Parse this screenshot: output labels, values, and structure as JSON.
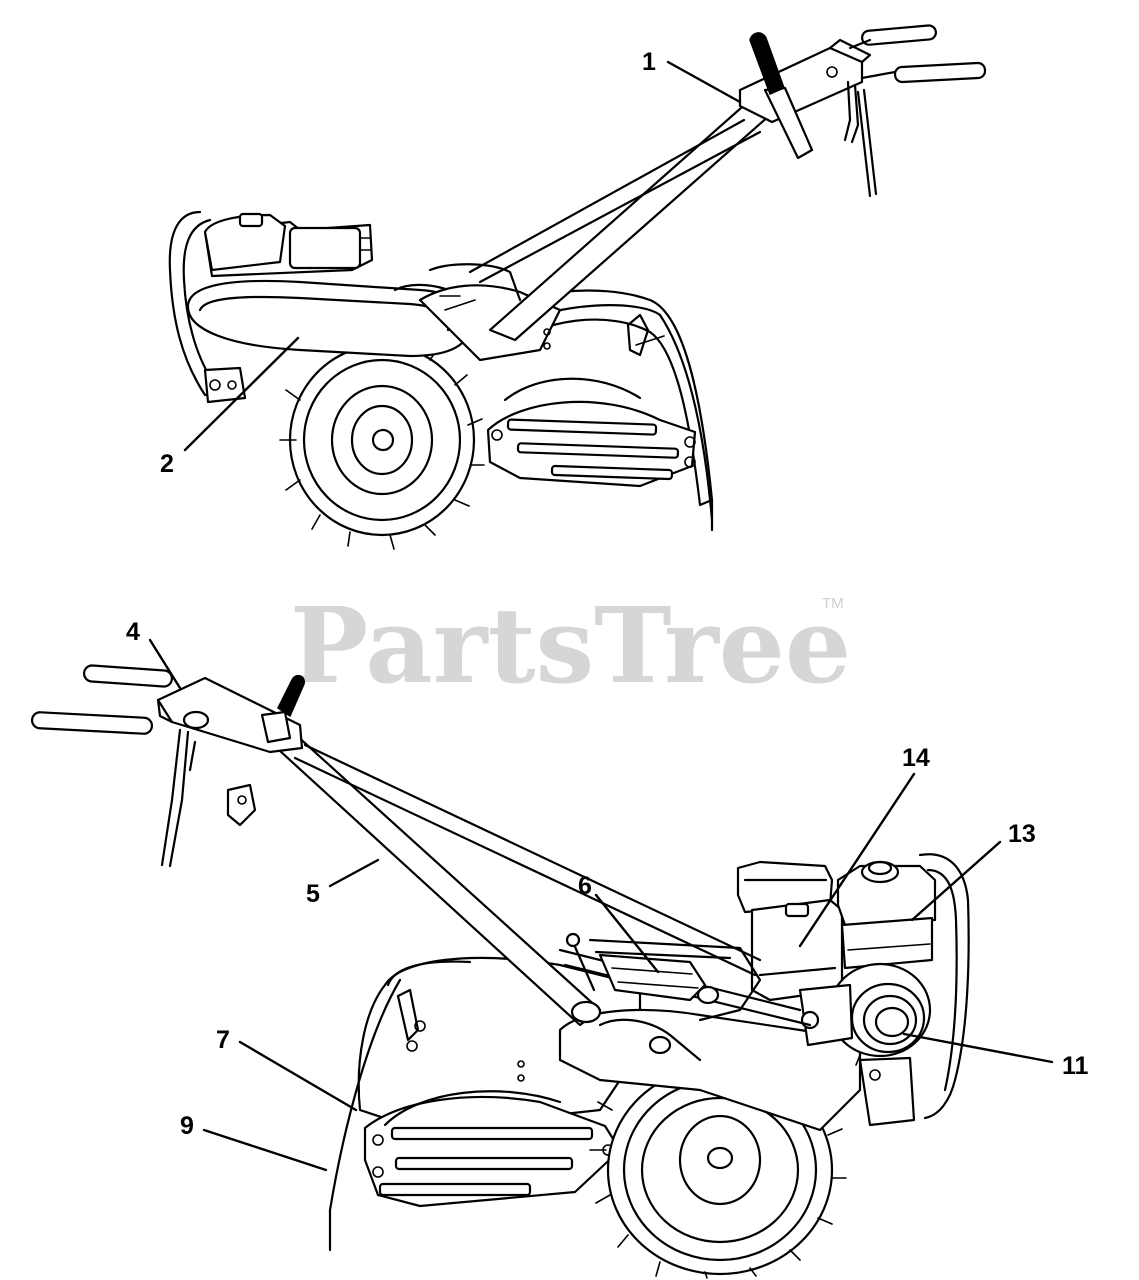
{
  "watermark": {
    "text": "PartsTree",
    "trademark": "TM"
  },
  "top_view": {
    "callouts": [
      {
        "id": "1",
        "label": "1"
      },
      {
        "id": "2",
        "label": "2"
      }
    ]
  },
  "bottom_view": {
    "callouts": [
      {
        "id": "4",
        "label": "4"
      },
      {
        "id": "5",
        "label": "5"
      },
      {
        "id": "6",
        "label": "6"
      },
      {
        "id": "7",
        "label": "7"
      },
      {
        "id": "9",
        "label": "9"
      },
      {
        "id": "11",
        "label": "11"
      },
      {
        "id": "13",
        "label": "13"
      },
      {
        "id": "14",
        "label": "14"
      }
    ]
  }
}
